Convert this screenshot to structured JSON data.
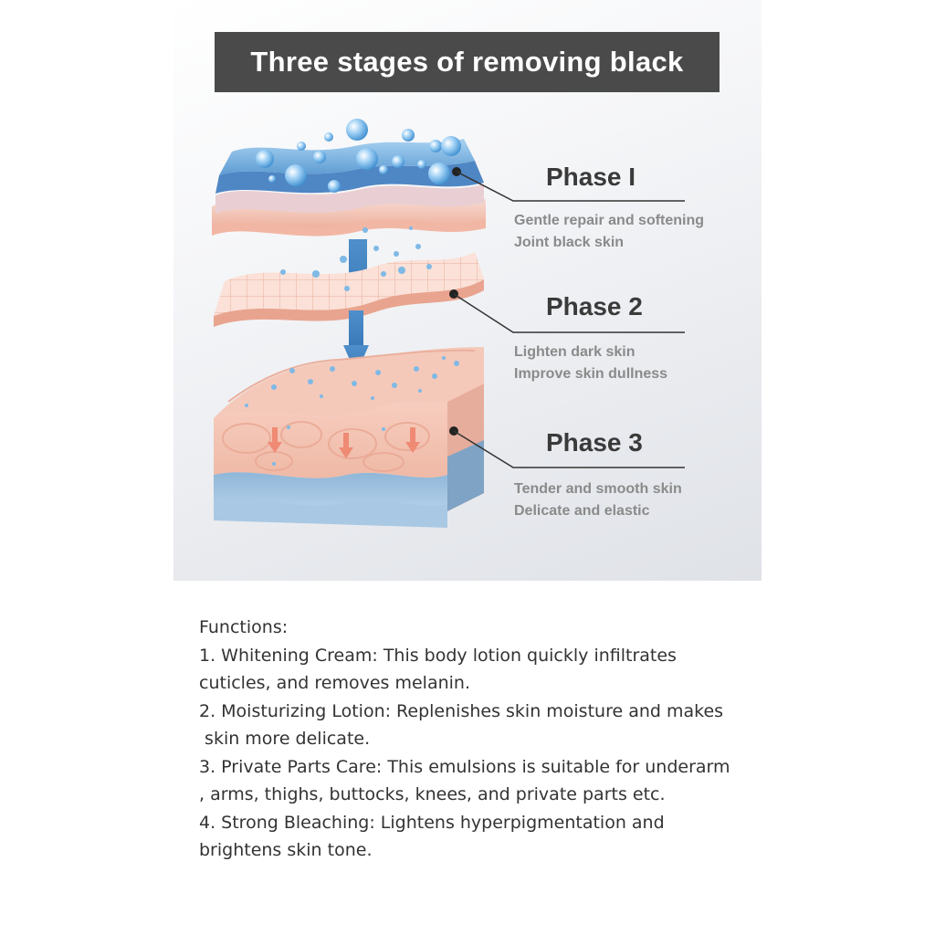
{
  "header": {
    "title": "Three stages of removing black"
  },
  "phases": [
    {
      "title": "Phase I",
      "lines": [
        "Gentle repair and softening",
        "Joint black skin"
      ]
    },
    {
      "title": "Phase 2",
      "lines": [
        "Lighten dark skin",
        "Improve skin dullness"
      ]
    },
    {
      "title": "Phase 3",
      "lines": [
        "Tender and smooth skin",
        "Delicate and elastic"
      ]
    }
  ],
  "functions": {
    "heading": "Functions:",
    "lines": [
      "1. Whitening Cream: This body lotion quickly infiltrates",
      "cuticles, and removes melanin.",
      "2. Moisturizing Lotion: Replenishes skin moisture and makes",
      " skin more delicate.",
      "3. Private Parts Care: This emulsions is suitable for underarm",
      ", arms, thighs, buttocks, knees, and private parts etc.",
      "4. Strong Bleaching: Lightens hyperpigmentation and",
      "brightens skin tone."
    ]
  },
  "colors": {
    "title_bar": "#4a4a4a",
    "skin_pink": "#f4c3b3",
    "water_blue": "#6aa7d8",
    "phase_text": "#3a3a3a",
    "desc_text": "#8a8a8a"
  }
}
